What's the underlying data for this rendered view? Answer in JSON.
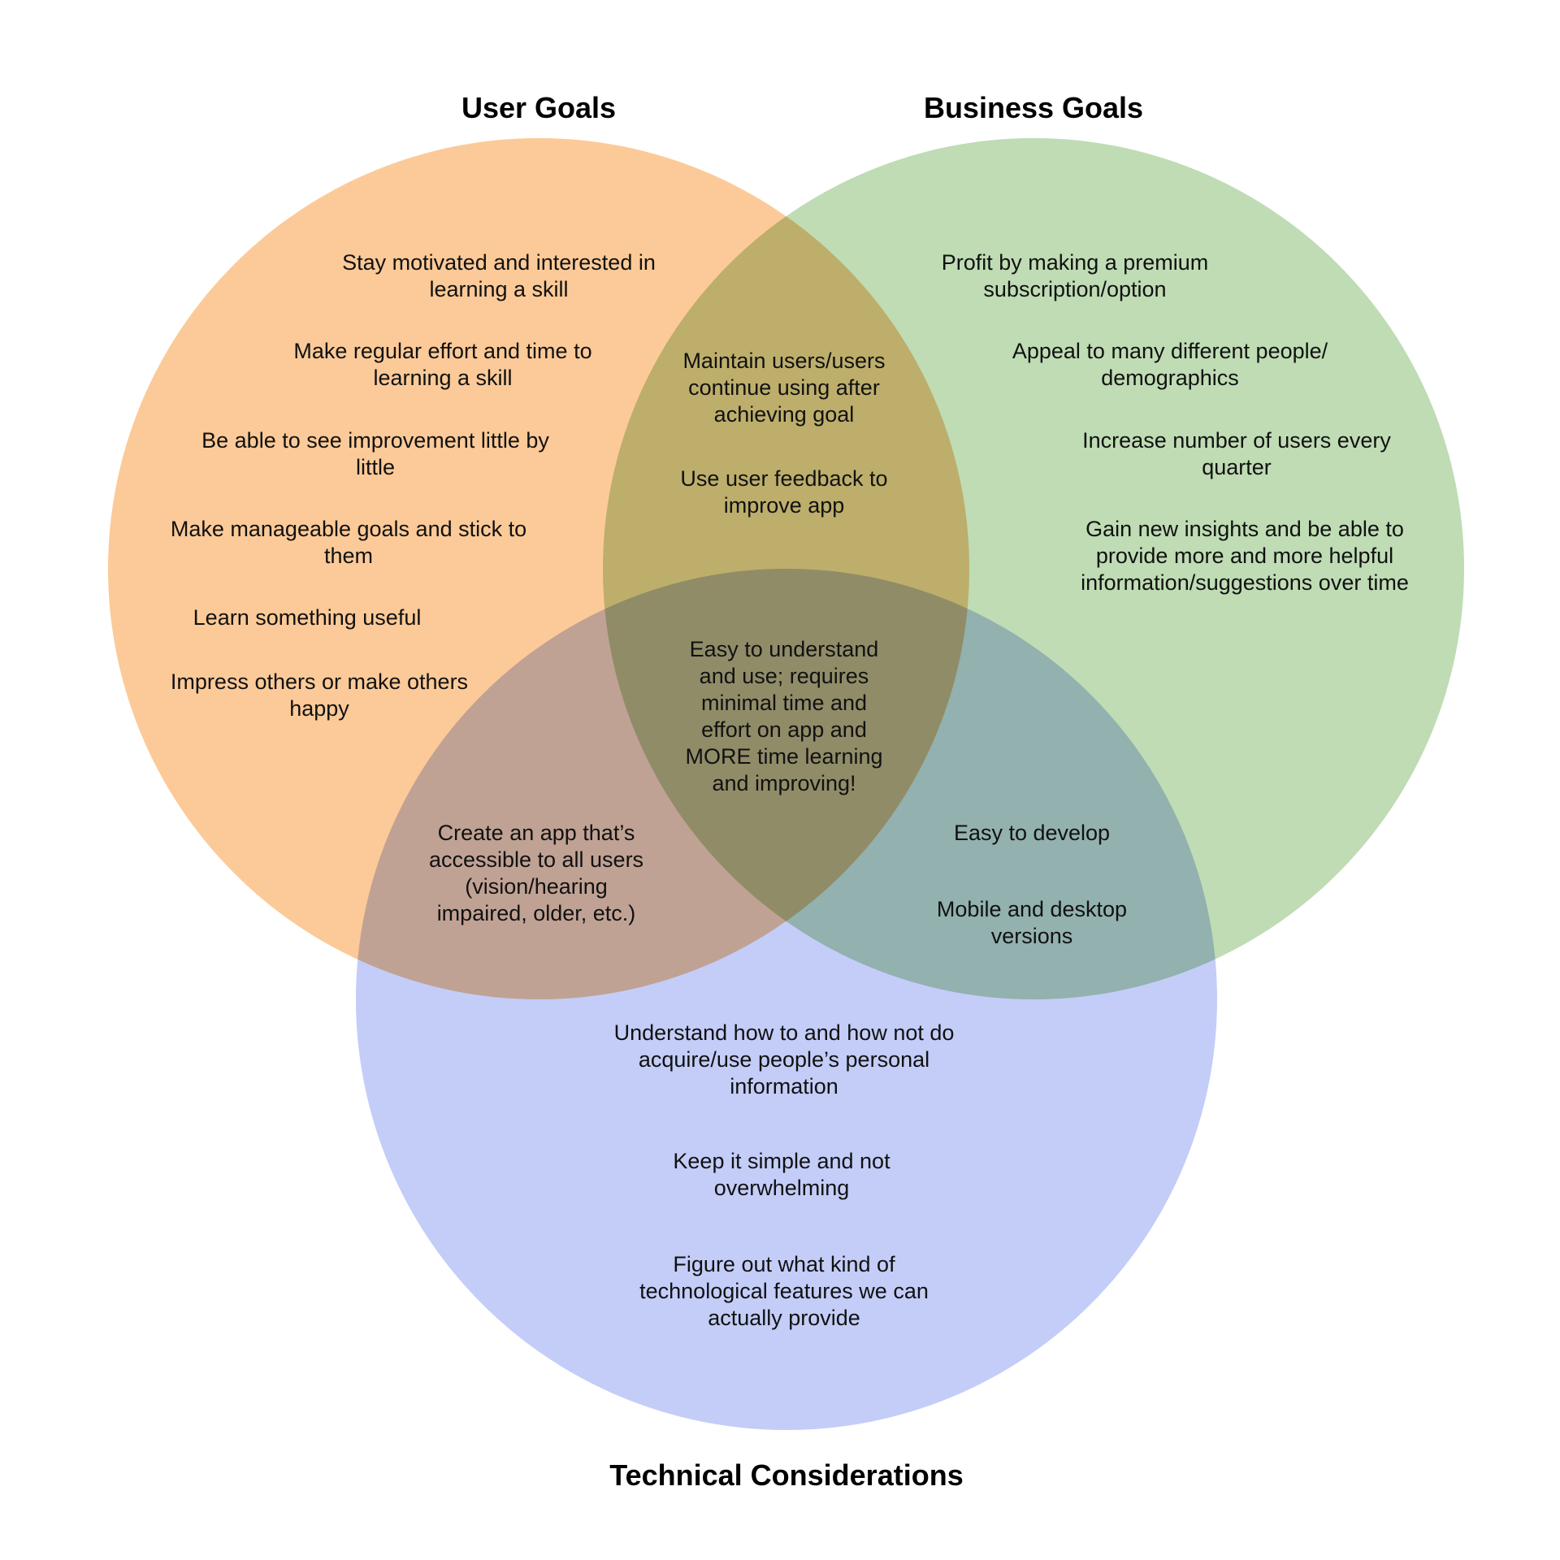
{
  "colors": {
    "user_goals": "#FCCA98",
    "business_goals": "#BFDCB4",
    "technical": "#C3CDF8"
  },
  "sets": {
    "user_goals": {
      "title": "User Goals",
      "items": [
        "Stay motivated and interested in learning a skill",
        "Make regular effort and time to learning a skill",
        "Be able to see improvement little by little",
        "Make manageable goals and stick to them",
        "Learn something useful",
        "Impress others or make others happy"
      ]
    },
    "business_goals": {
      "title": "Business Goals",
      "items": [
        "Profit by making a premium subscription/option",
        "Appeal to many different people/ demographics",
        "Increase number of users every quarter",
        "Gain new insights and be able to provide more and more helpful information/suggestions over time"
      ]
    },
    "technical": {
      "title": "Technical Considerations",
      "items": [
        "Understand how to and how not do acquire/use people’s personal information",
        "Keep it simple and not overwhelming",
        "Figure out what kind of technological features we can actually provide"
      ]
    }
  },
  "intersections": {
    "user_business": [
      "Maintain users/users continue using after achieving goal",
      "Use user feedback to improve app"
    ],
    "user_technical": [
      "Create an app that’s accessible to all users (vision/hearing impaired, older, etc.)"
    ],
    "business_technical": [
      "Easy to develop",
      "Mobile and desktop versions"
    ],
    "all": [
      "Easy to understand and use; requires minimal time and effort on app and MORE time learning and improving!"
    ]
  }
}
